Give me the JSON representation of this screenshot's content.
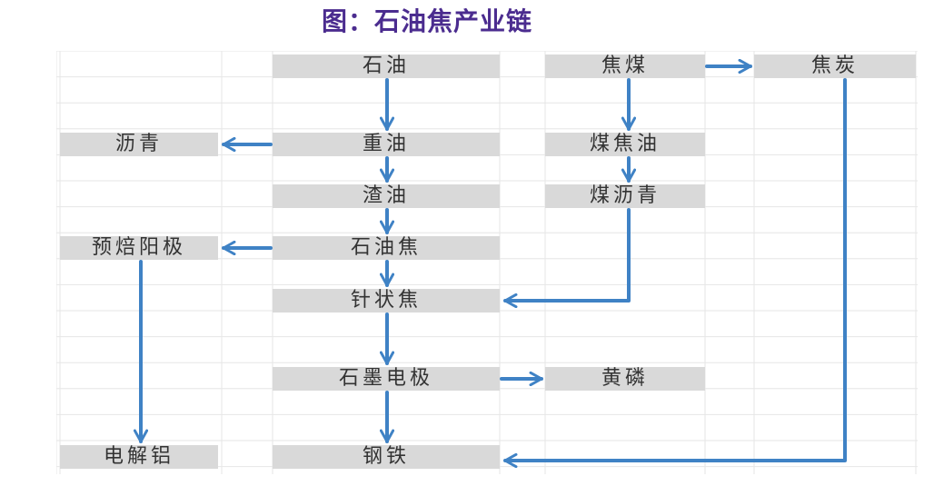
{
  "title": "图：石油焦产业链",
  "colors": {
    "arrow": "#3f82c5",
    "node_fill": "#d9d9d9",
    "node_text": "#333333",
    "title": "#4b2c8f",
    "grid_line": "#e6e6e6"
  },
  "nodes": {
    "shiyou": "石油",
    "zhongyou": "重油",
    "zhayou": "渣油",
    "shiyoujiao": "石油焦",
    "zhenzhuangjiao": "针状焦",
    "shimodianji": "石墨电极",
    "gangtie": "钢铁",
    "liqing": "沥青",
    "yubeiyangji": "预焙阳极",
    "dianjielv": "电解铝",
    "jiaomei": "焦煤",
    "meijiaoyou": "煤焦油",
    "meiliqing": "煤沥青",
    "huanglin": "黄磷",
    "jiaotan": "焦炭"
  }
}
